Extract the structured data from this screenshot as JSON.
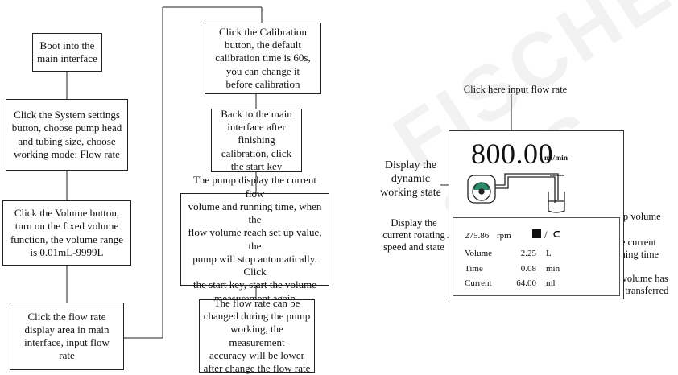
{
  "flowchart": {
    "steps_left": [
      "Boot into the\nmain interface",
      "Click the System settings\nbutton, choose pump head\nand tubing size, choose\nworking mode: Flow rate",
      "Click the Volume button,\nturn on the fixed volume\nfunction, the volume range\nis 0.01mL-9999L",
      "Click the flow rate\ndisplay area in main\ninterface, input flow\nrate"
    ],
    "steps_right": [
      "Click the Calibration\nbutton, the default\ncalibration time is 60s,\nyou can change it\nbefore calibration",
      "Back to the main\ninterface after finishing\ncalibration, click\nthe start key",
      "The pump display the current flow\nvolume and running time, when the\nflow volume reach set up value, the\npump will stop automatically. Click\nthe start key, start the volume\nmeasurement again",
      "The flow rate can be\nchanged during the pump\nworking, the measurement\naccuracy will be lower\nafter change the flow rate"
    ]
  },
  "screen": {
    "flow_value": "800.00",
    "flow_unit": "ml/min",
    "rpm_value": "275.86",
    "rpm_unit": "rpm",
    "rows": [
      {
        "label": "Volume",
        "value": "2.25",
        "unit": "L"
      },
      {
        "label": "Time",
        "value": "0.08",
        "unit": "min"
      },
      {
        "label": "Current",
        "value": "64.00",
        "unit": "ml"
      }
    ]
  },
  "annotations": {
    "input_flow": "Click here input flow rate",
    "dynamic_state": "Display the\ndynamic\nworking state",
    "rotating_speed": "Display the\ncurrent rotating\nspeed and state",
    "setup_volume": "The set up volume",
    "running_time": "The current\nrunning time",
    "transferred": "The volume has\nbeen transferred"
  },
  "watermark": "FISCHER SAS"
}
